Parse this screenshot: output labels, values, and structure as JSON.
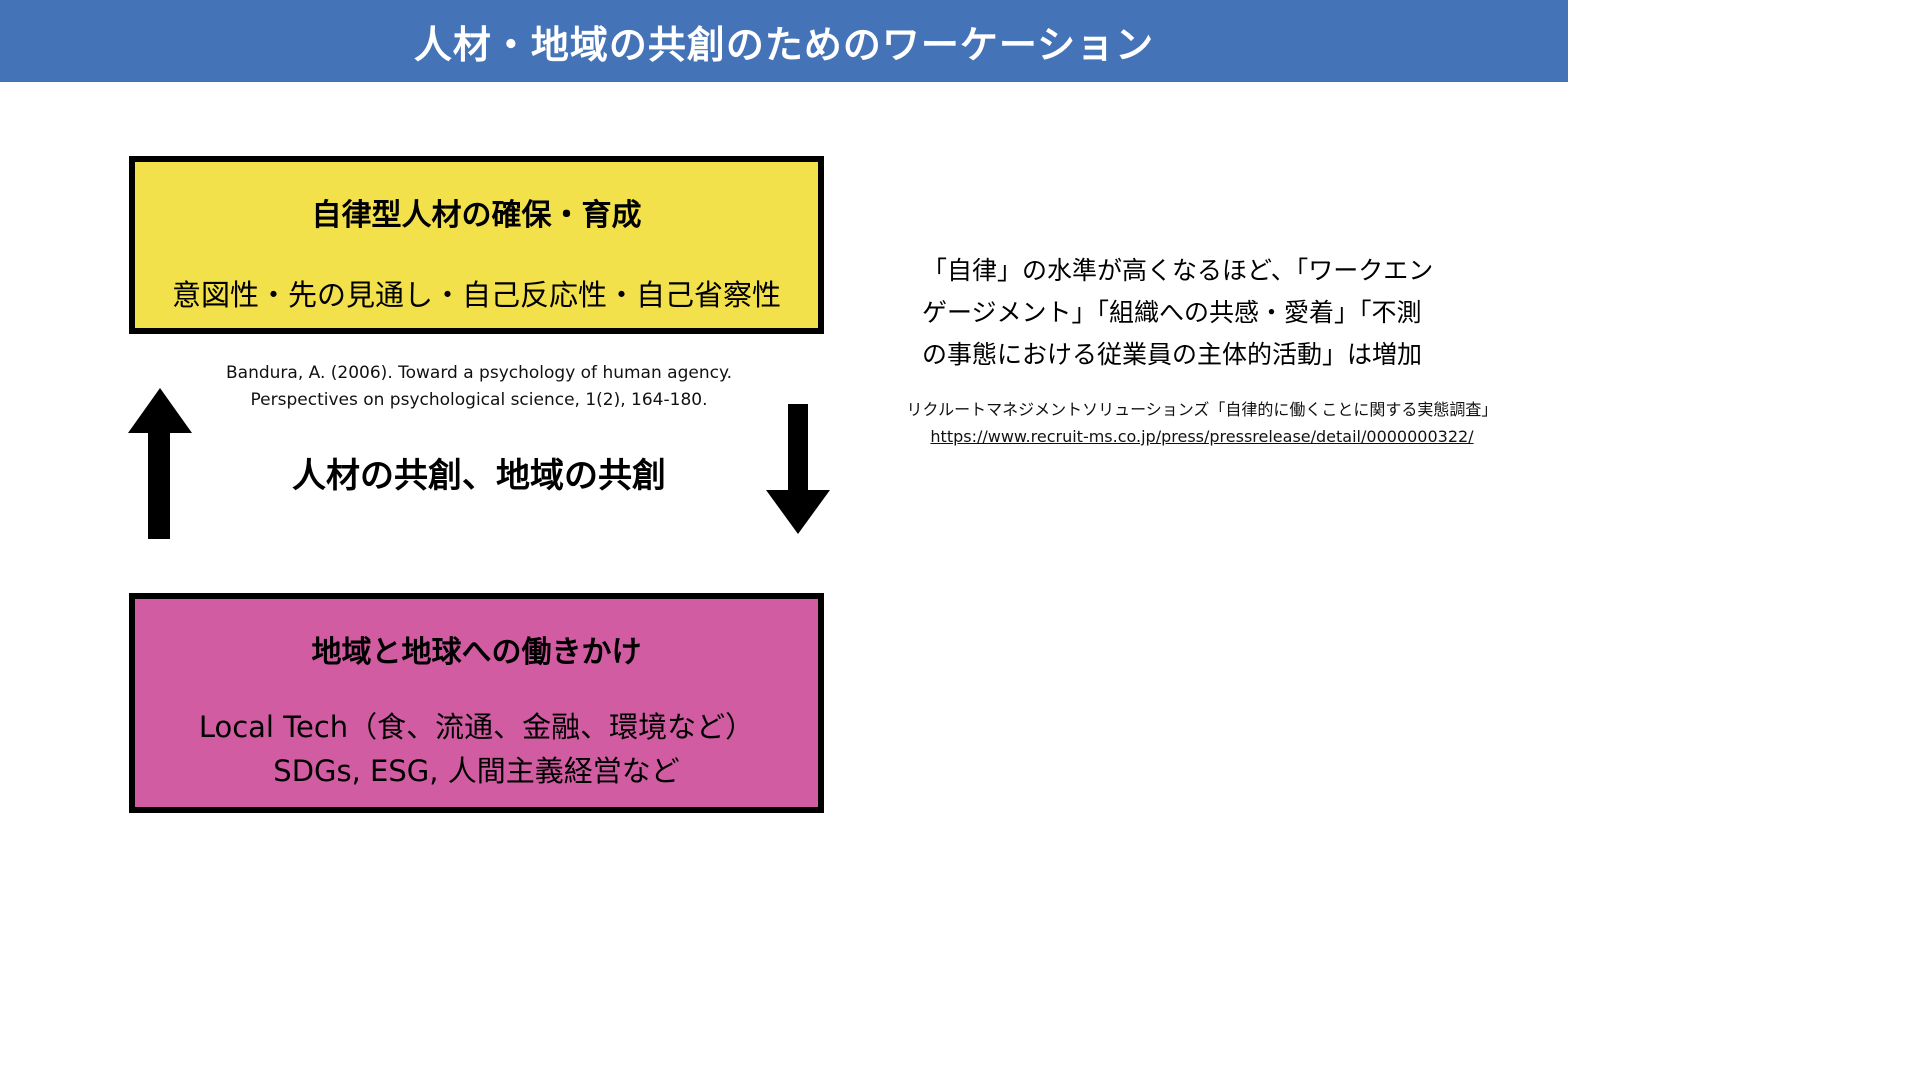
{
  "header": {
    "title": "人材・地域の共創のためのワーケーション"
  },
  "top_box": {
    "title": "自律型人材の確保・育成",
    "body": "意図性・先の見通し・自己反応性・自己省察性",
    "color": "#f2e14a"
  },
  "citation": {
    "line1": "Bandura, A. (2006). Toward a psychology of human agency.",
    "line2": "Perspectives on psychological science, 1(2), 164-180."
  },
  "center_label": "人材の共創、地域の共創",
  "bottom_box": {
    "title": "地域と地球への働きかけ",
    "line1": "Local Tech（食、流通、金融、環境など）",
    "line2": "SDGs, ESG, 人間主義経営など",
    "color": "#d15ca1"
  },
  "right": {
    "line1": "「自律」の水準が高くなるほど、「ワークエン",
    "line2": "ゲージメント」「組織への共感・愛着」「不測",
    "line3": "の事態における従業員の主体的活動」は増加"
  },
  "source": {
    "title": "リクルートマネジメントソリューションズ「自律的に働くことに関する実態調査」",
    "url": "https://www.recruit-ms.co.jp/press/pressrelease/detail/0000000322/"
  },
  "colors": {
    "header": "#4573b7",
    "arrow": "#000000"
  }
}
